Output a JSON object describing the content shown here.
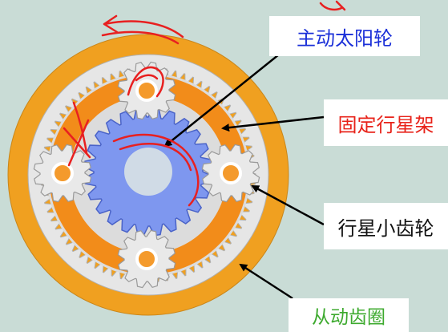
{
  "labels": {
    "sun_gear": "主动太阳轮",
    "carrier": "固定行星架",
    "planet_gear": "行星小齿轮",
    "ring_gear": "从动齿圈"
  },
  "colors": {
    "background": "#c9dcd6",
    "ring_orange": "#f0a020",
    "ring_gear_fill": "#e6e6e6",
    "carrier_orange": "#f28c1a",
    "sun_blue": "#7e97ef",
    "sun_hub": "#d0dbe6",
    "planet_fill": "#e9e9e9",
    "planet_hub": "#f49a2c",
    "sun_label_color": "#1a2fd8",
    "carrier_label_color": "#e8231a",
    "planet_label_color": "#111111",
    "ring_label_color": "#3daa2e",
    "annotation_red": "#e82020"
  },
  "gears": {
    "ring_teeth": 72,
    "sun_teeth": 24,
    "planet_teeth": 12
  }
}
